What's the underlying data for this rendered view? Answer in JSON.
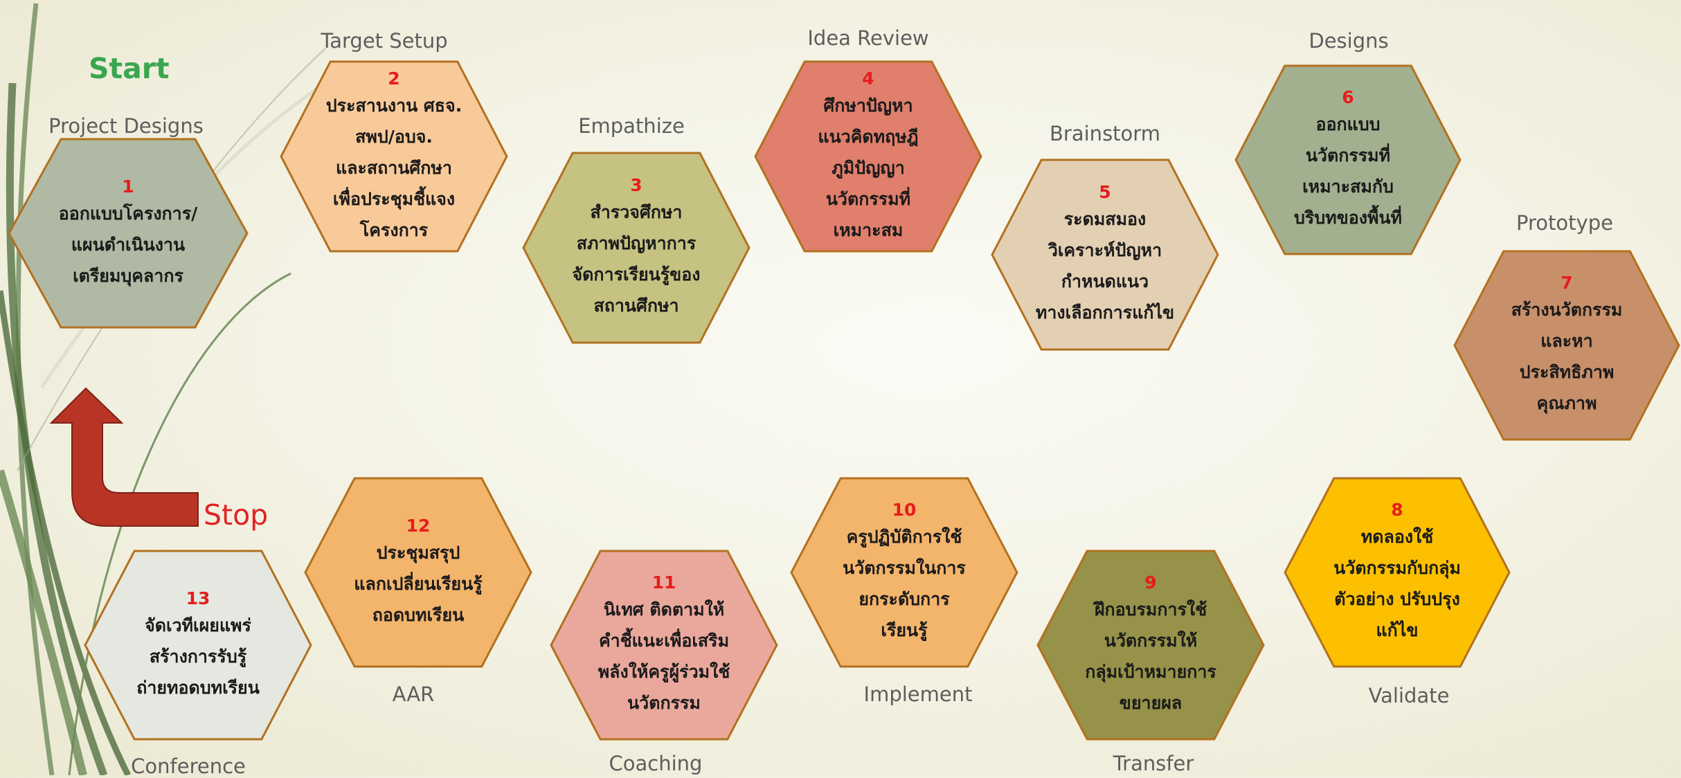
{
  "start_label": "Start",
  "stop_label": "Stop",
  "steps": [
    {
      "num": "1",
      "stage": "Project Designs",
      "lines": [
        "ออกแบบโครงการ/",
        "แผนดำเนินงาน",
        "เตรียมบุคลากร"
      ],
      "fill": "#b0b9a3"
    },
    {
      "num": "2",
      "stage": "Target Setup",
      "lines": [
        "ประสานงาน ศธจ.",
        "สพป/อบจ.",
        "และสถานศึกษา",
        "เพื่อประชุมชี้แจง",
        "โครงการ"
      ],
      "fill": "#f8ca9a"
    },
    {
      "num": "3",
      "stage": "Empathize",
      "lines": [
        "สำรวจศึกษา",
        "สภาพปัญหาการ",
        "จัดการเรียนรู้ของ",
        "สถานศึกษา"
      ],
      "fill": "#c6c282"
    },
    {
      "num": "4",
      "stage": "Idea Review",
      "lines": [
        "ศึกษาปัญหา",
        "แนวคิดทฤษฎี",
        "ภูมิปัญญา",
        "นวัตกรรมที่",
        "เหมาะสม"
      ],
      "fill": "#e07f6c"
    },
    {
      "num": "5",
      "stage": "Brainstorm",
      "lines": [
        "ระดมสมอง",
        "วิเคราะห์ปัญหา",
        "กำหนดแนว",
        "ทางเลือกการแก้ไข"
      ],
      "fill": "#e3cfb2"
    },
    {
      "num": "6",
      "stage": "Designs",
      "lines": [
        "ออกแบบ",
        "นวัตกรรมที่",
        "เหมาะสมกับ",
        "บริบทของพื้นที่"
      ],
      "fill": "#a2b08f"
    },
    {
      "num": "7",
      "stage": "Prototype",
      "lines": [
        "สร้างนวัตกรรม",
        "และหา",
        "ประสิทธิภาพ",
        "คุณภาพ"
      ],
      "fill": "#c8906a"
    },
    {
      "num": "8",
      "stage": "Validate",
      "lines": [
        "ทดลองใช้",
        "นวัตกรรมกับกลุ่ม",
        "ตัวอย่าง ปรับปรุง",
        "แก้ไข"
      ],
      "fill": "#fcc000"
    },
    {
      "num": "9",
      "stage": "Transfer",
      "lines": [
        "ฝึกอบรมการใช้",
        "นวัตกรรมให้",
        "กลุ่มเป้าหมายการ",
        "ขยายผล"
      ],
      "fill": "#969249"
    },
    {
      "num": "10",
      "stage": "Implement",
      "lines": [
        "ครูปฏิบัติการใช้",
        "นวัตกรรมในการ",
        "ยกระดับการ",
        "เรียนรู้"
      ],
      "fill": "#f3b46c"
    },
    {
      "num": "11",
      "stage": "Coaching",
      "lines": [
        "นิเทศ ติดตามให้",
        "คำชี้แนะเพื่อเสริม",
        "พลังให้ครูผู้ร่วมใช้",
        "นวัตกรรม"
      ],
      "fill": "#eaa89d"
    },
    {
      "num": "12",
      "stage": "AAR",
      "lines": [
        "ประชุมสรุป",
        "แลกเปลี่ยนเรียนรู้",
        "ถอดบทเรียน"
      ],
      "fill": "#f3b46c"
    },
    {
      "num": "13",
      "stage": "Conference",
      "lines": [
        "จัดเวทีเผยแพร่",
        "สร้างการรับรู้",
        "ถ่ายทอดบทเรียน"
      ],
      "fill": "#e5e7e1"
    }
  ],
  "colors": {
    "hex_stroke": "#b2711f",
    "arrow_fill": "#b83526",
    "start": "#3aa64f",
    "stop": "#e02323"
  }
}
